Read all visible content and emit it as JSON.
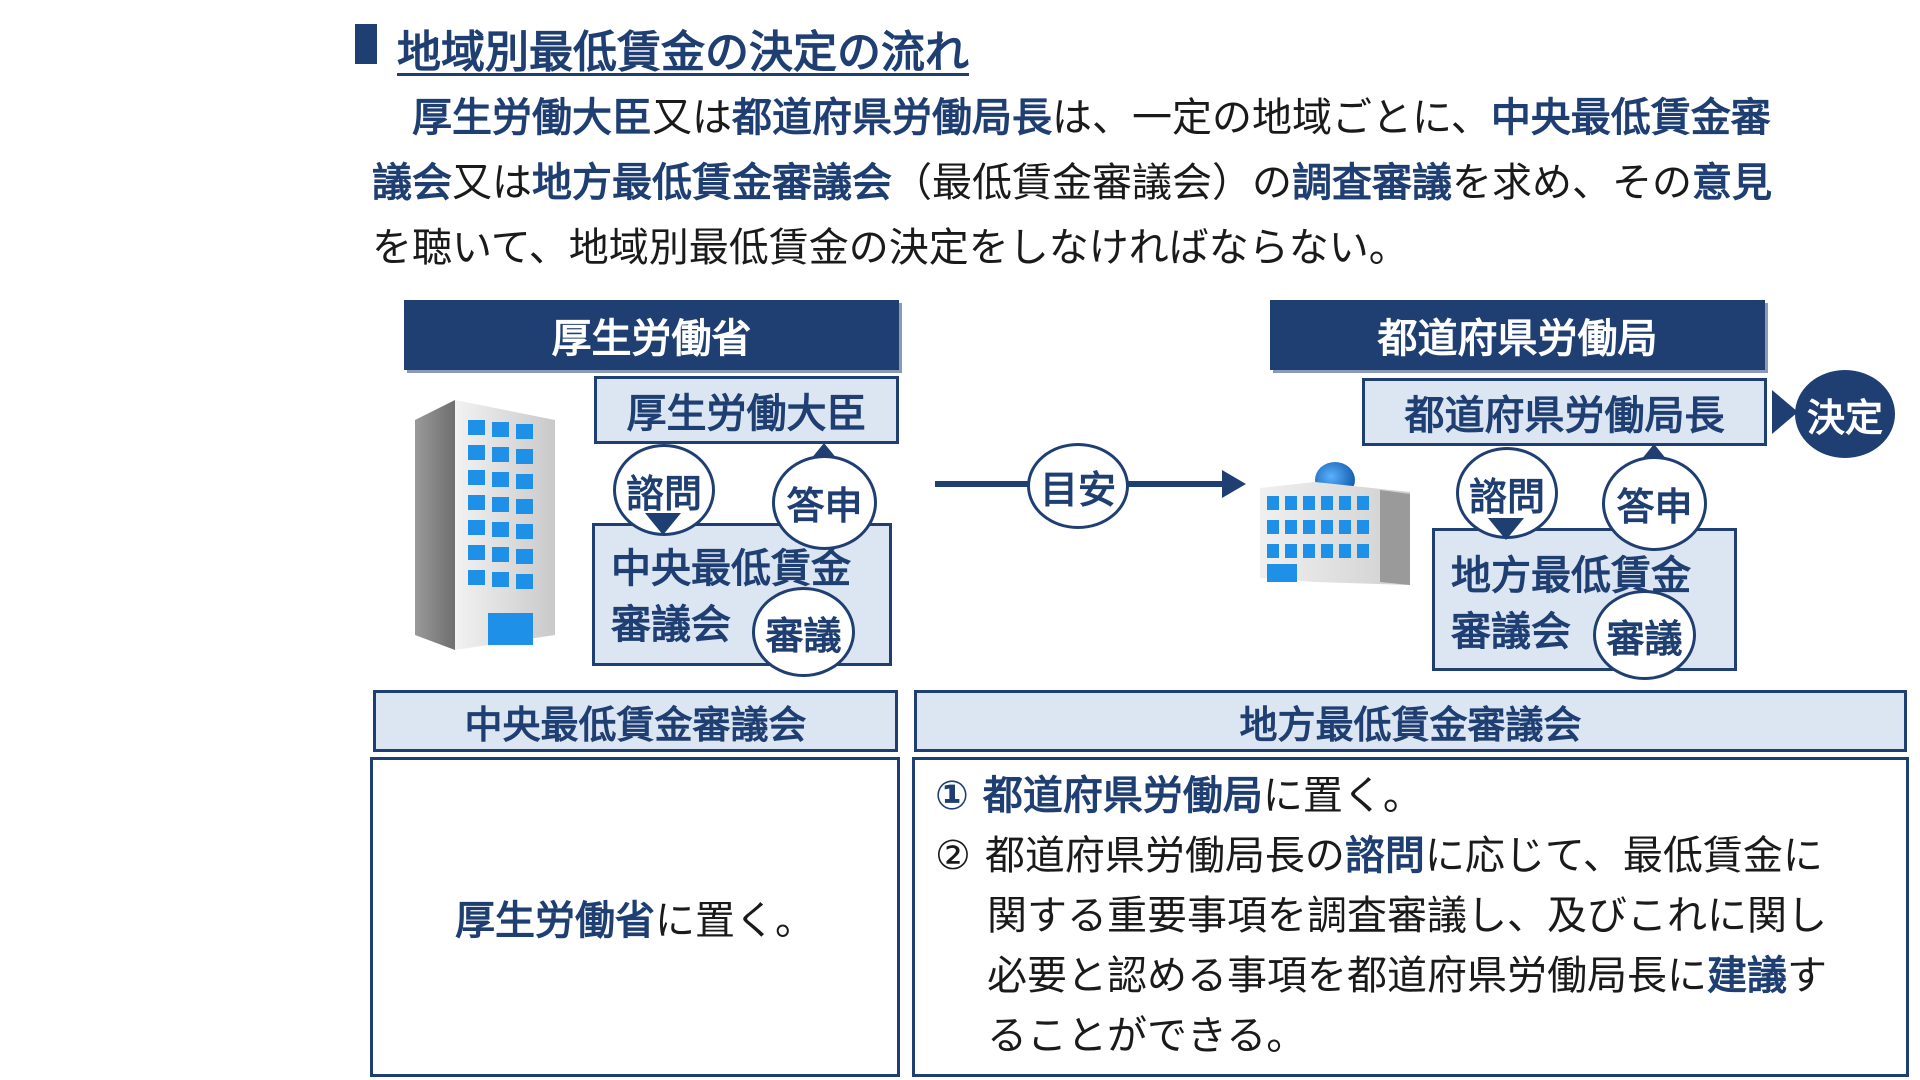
{
  "title": "地域別最低賃金の決定の流れ",
  "intro": {
    "line1": [
      "厚生労働大臣",
      "又は",
      "都道府県労働局長",
      "は、一定の地域ごとに、",
      "中央最低賃金審"
    ],
    "line2": [
      "議会",
      "又は",
      "地方最低賃金審議会",
      "（最低賃金審議会）の",
      "調査審議",
      "を求め、その",
      "意見"
    ],
    "line3": "を聴いて、地域別最低賃金の決定をしなければならない。"
  },
  "left": {
    "header": "厚生労働省",
    "minister": "厚生労働大臣",
    "consult": "諮問",
    "report": "答申",
    "council_line1": "中央最低賃金",
    "council_line2": "審議会",
    "deliberate": "審議"
  },
  "middle": {
    "guide": "目安"
  },
  "right": {
    "header": "都道府県労働局",
    "director": "都道府県労働局長",
    "decision": "決定",
    "consult": "諮問",
    "report": "答申",
    "council_line1": "地方最低賃金",
    "council_line2": "審議会",
    "deliberate": "審議"
  },
  "bottom_left": {
    "header": "中央最低賃金審議会",
    "text_hl": "厚生労働省",
    "text_rest": "に置く。"
  },
  "bottom_right": {
    "header": "地方最低賃金審議会",
    "item1_num": "①",
    "item1_hl": "都道府県労働局",
    "item1_rest": "に置く。",
    "item2_num": "②",
    "item2_l1_a": "都道府県労働局長の",
    "item2_l1_hl": "諮問",
    "item2_l1_b": "に応じて、最低賃金に",
    "item2_l2": "関する重要事項を調査審議し、及びこれに関し",
    "item2_l3_a": "必要と認める事項を都道府県労働局長に",
    "item2_l3_hl": "建議",
    "item2_l3_b": "す",
    "item2_l4": "ることができる。"
  },
  "colors": {
    "navy": "#1f3f73",
    "light": "#dce6f2",
    "building_blue": "#1e90e8"
  }
}
